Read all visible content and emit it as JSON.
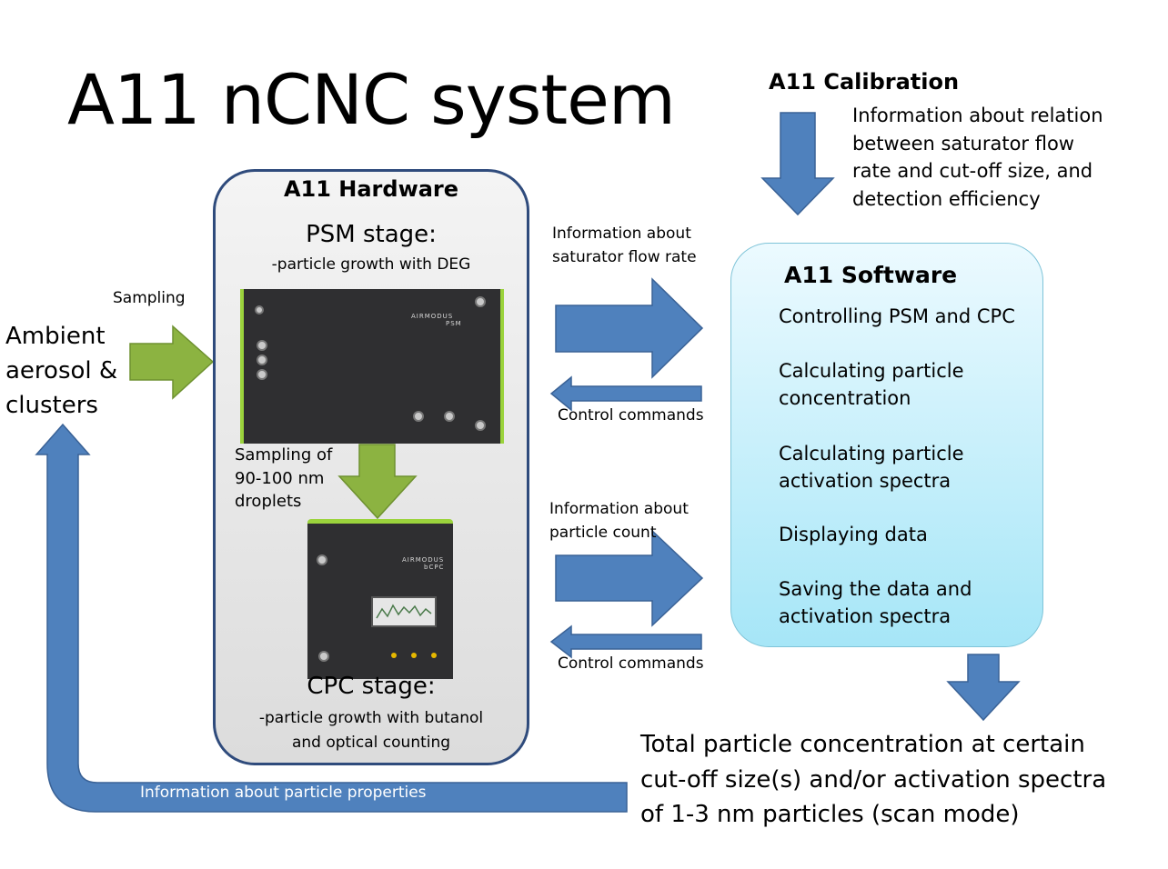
{
  "title": "A11 nCNC system",
  "calibration": {
    "heading": "A11 Calibration",
    "info": [
      "Information about relation",
      "between saturator flow",
      "rate and cut-off size, and",
      "detection efficiency"
    ]
  },
  "hardware": {
    "heading": "A11 Hardware",
    "psm_title": "PSM stage:",
    "psm_sub": "-particle growth with DEG",
    "psm_brand": "AIRMODUS",
    "psm_model": "PSM",
    "droplets": [
      "Sampling of",
      "90-100 nm",
      "droplets"
    ],
    "cpc_title": "CPC stage:",
    "cpc_sub": [
      "-particle growth with butanol",
      "and optical counting"
    ],
    "cpc_brand": "AIRMODUS",
    "cpc_model": "bCPC"
  },
  "ambient": {
    "sampling_label": "Sampling",
    "text": [
      "Ambient",
      "aerosol &",
      "clusters"
    ]
  },
  "arrows": {
    "saturator_info": [
      "Information about",
      "saturator flow rate"
    ],
    "control_1": "Control commands",
    "count_info": [
      "Information about",
      "particle count"
    ],
    "control_2": "Control commands",
    "particle_properties": "Information about particle properties"
  },
  "software": {
    "heading": "A11 Software",
    "items": [
      [
        "Controlling PSM and CPC"
      ],
      [
        "Calculating particle",
        "concentration"
      ],
      [
        "Calculating particle",
        "activation spectra"
      ],
      [
        "Displaying data"
      ],
      [
        "Saving the data and",
        "activation spectra"
      ]
    ]
  },
  "output": [
    "Total particle concentration at certain",
    "cut-off size(s) and/or activation spectra",
    "of 1-3 nm particles (scan mode)"
  ],
  "colors": {
    "blue_arrow": "#4f81bd",
    "green_arrow": "#8cb341",
    "hw_border": "#2f4b7c",
    "sw_fill": "#a6e6f7"
  }
}
